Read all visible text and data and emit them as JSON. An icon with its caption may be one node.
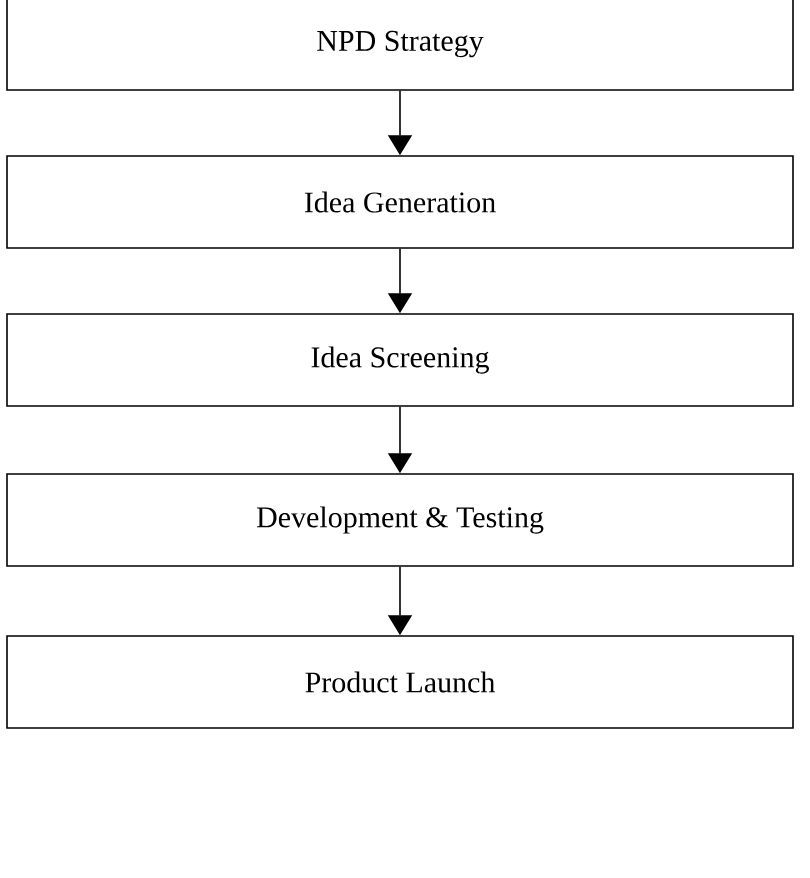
{
  "diagram": {
    "nodes": [
      {
        "text": [
          "NPD Strategy"
        ]
      },
      {
        "text": [
          "Idea Generation"
        ]
      },
      {
        "text": [
          "Idea Screening"
        ]
      },
      {
        "text": [
          "Development & Testing"
        ]
      },
      {
        "text": [
          "Product Launch"
        ]
      }
    ],
    "edges": [
      {
        "from": 0,
        "to": 1,
        "arrow": "to"
      },
      {
        "from": 1,
        "to": 2,
        "arrow": "to"
      },
      {
        "from": 2,
        "to": 3,
        "arrow": "to"
      },
      {
        "from": 3,
        "to": 4,
        "arrow": "to"
      }
    ]
  }
}
